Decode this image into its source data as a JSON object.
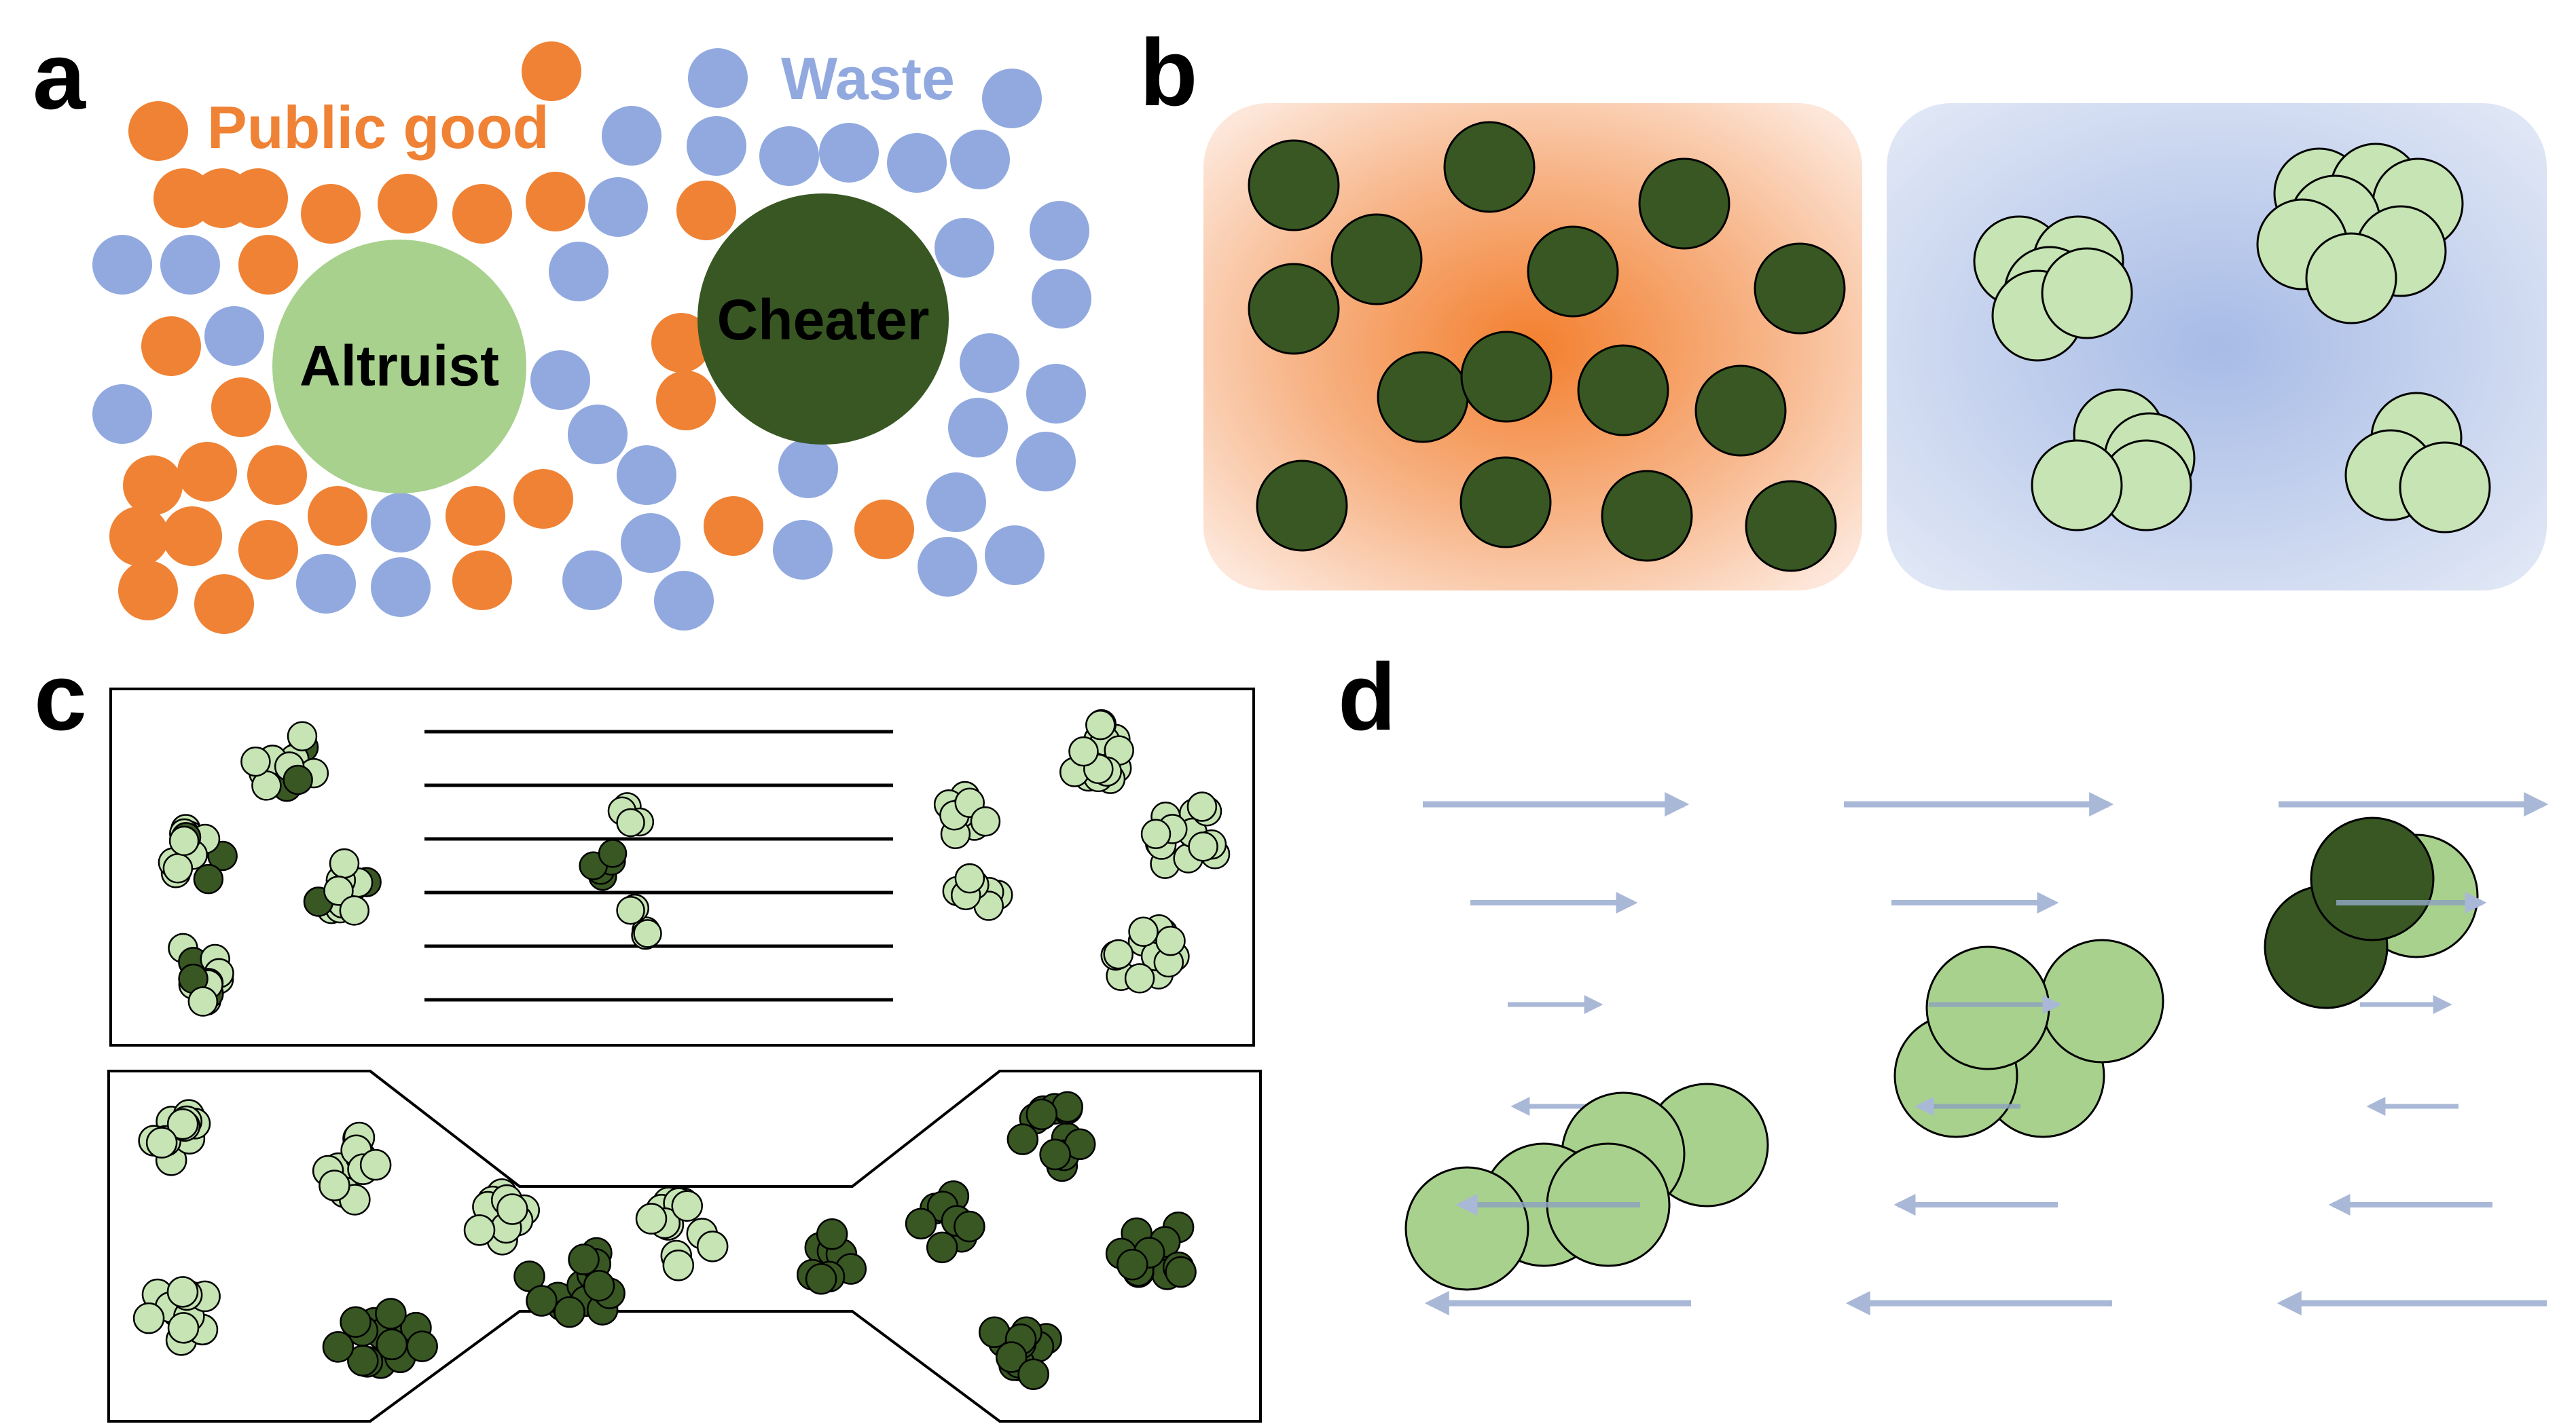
{
  "panels": {
    "a": {
      "letter": "a",
      "public_good_label": "Public good",
      "waste_label": "Waste",
      "altruist_label": "Altruist",
      "cheater_label": "Cheater"
    },
    "b": {
      "letter": "b"
    },
    "c": {
      "letter": "c"
    },
    "d": {
      "letter": "d"
    }
  },
  "colors": {
    "public_good": "#ef8234",
    "waste": "#91a9df",
    "altruist": "#a8d18d",
    "altruist_light": "#c6e4b4",
    "cheater": "#385723",
    "flow_arrow": "#a9b8d6",
    "orange_glow": "#f58a3c",
    "blue_glow": "#98b0e2"
  }
}
